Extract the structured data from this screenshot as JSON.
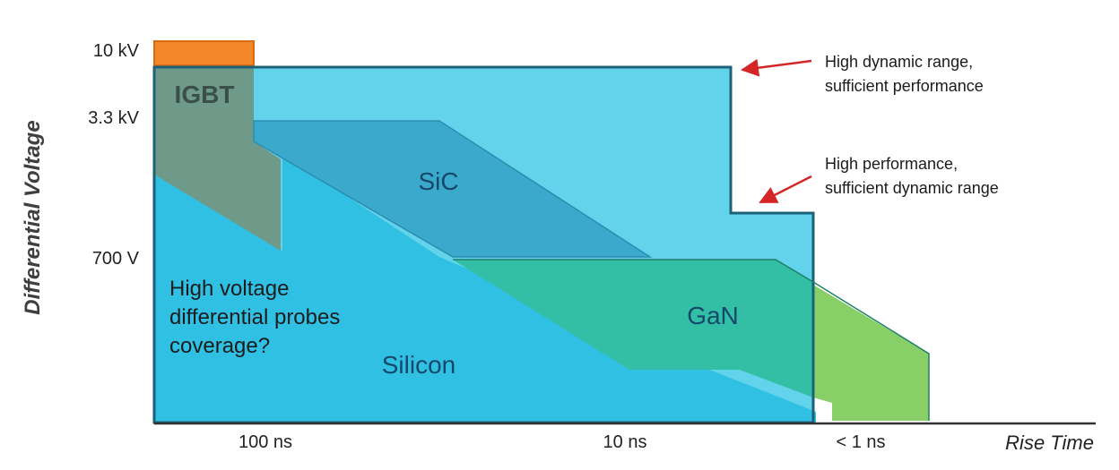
{
  "y_axis": {
    "label": "Differential Voltage",
    "ticks": [
      "10 kV",
      "3.3 kV",
      "700 V"
    ]
  },
  "x_axis": {
    "label": "Rise Time",
    "ticks": [
      "100 ns",
      "10 ns",
      "< 1 ns"
    ]
  },
  "regions": {
    "igbt": "IGBT",
    "sic": "SiC",
    "gan": "GaN",
    "silicon": "Silicon"
  },
  "question": {
    "line1": "High voltage",
    "line2": "differential probes",
    "line3": "coverage?"
  },
  "annotations": {
    "upper": {
      "line1": "High dynamic range,",
      "line2": "sufficient performance"
    },
    "lower": {
      "line1": "High performance,",
      "line2": "sufficient dynamic range"
    }
  },
  "colors": {
    "probe_area": "#62d3ea",
    "silicon": "#2fc0e4",
    "igbt": "#6f9a8a",
    "sic": "#3aa9cc",
    "gan": "#33bfa5",
    "gan_extended": "#88cf68",
    "high_voltage_bar": "#f4862a",
    "outline": "#1c6178",
    "arrow": "#d42626"
  }
}
